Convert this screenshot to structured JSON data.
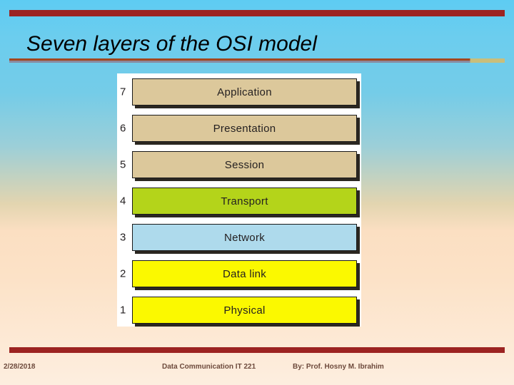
{
  "slide": {
    "title": "Seven layers of the OSI model",
    "background_top_color": "#5ECCF2",
    "background_bottom_color": "#FDEEDF",
    "accent_bar_color": "#9C2321"
  },
  "diagram": {
    "name": "osi-seven-layers",
    "layers": [
      {
        "number": "7",
        "label": "Application",
        "color": "#DCC89B"
      },
      {
        "number": "6",
        "label": "Presentation",
        "color": "#DCC89B"
      },
      {
        "number": "5",
        "label": "Session",
        "color": "#DCC89B"
      },
      {
        "number": "4",
        "label": "Transport",
        "color": "#B4D41A"
      },
      {
        "number": "3",
        "label": "Network",
        "color": "#AEDAEC"
      },
      {
        "number": "2",
        "label": "Data link",
        "color": "#FBF900"
      },
      {
        "number": "1",
        "label": "Physical",
        "color": "#FBF900"
      }
    ]
  },
  "footer": {
    "date": "2/28/2018",
    "course": "Data Communication  IT 221",
    "author": "By: Prof. Hosny M. Ibrahim"
  }
}
